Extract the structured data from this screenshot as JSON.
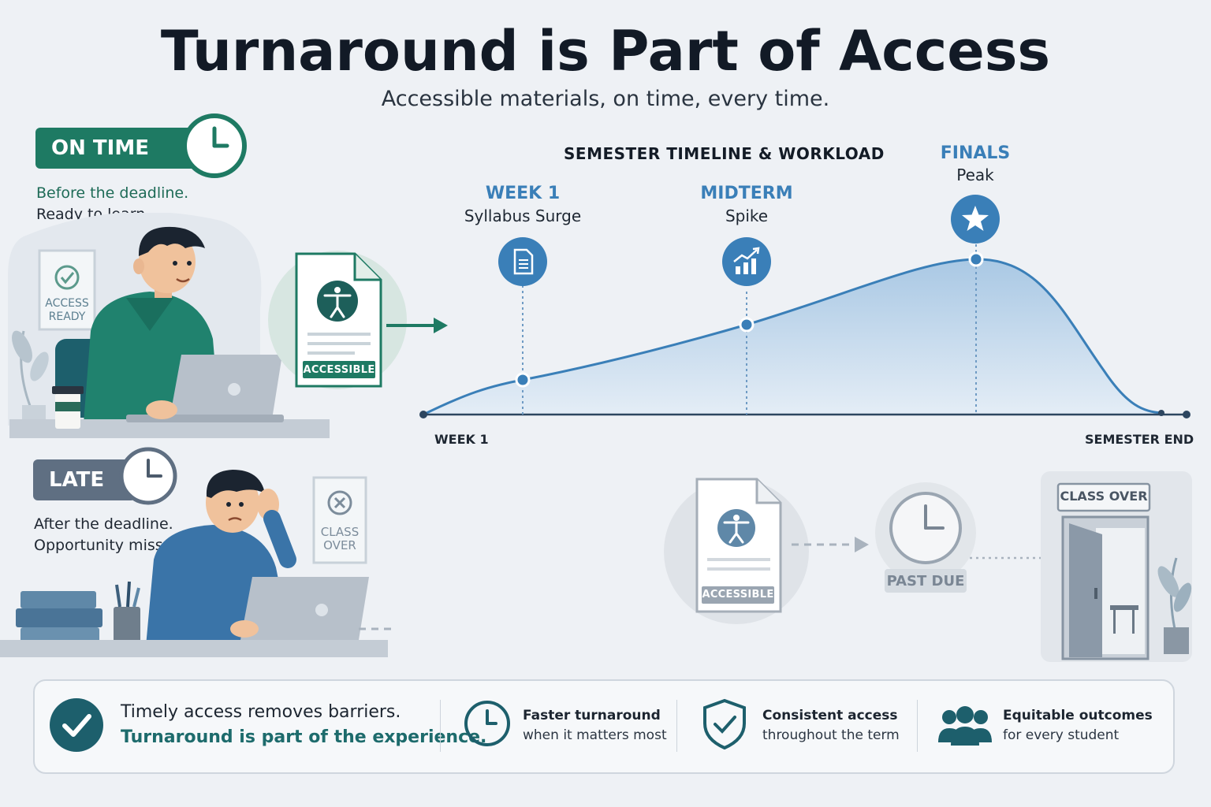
{
  "header": {
    "title": "Turnaround is Part of Access",
    "subtitle": "Accessible materials, on time, every time."
  },
  "on_time": {
    "badge": "ON TIME",
    "line1": "Before the deadline.",
    "line2": "Ready to learn.",
    "sign": [
      "ACCESS",
      "READY"
    ],
    "doc_tag": "ACCESSIBLE"
  },
  "late": {
    "badge": "LATE",
    "line1": "After the deadline.",
    "line2": "Opportunity missed.",
    "sign": [
      "CLASS",
      "OVER"
    ],
    "doc_tag": "ACCESSIBLE",
    "clock_tag": "PAST DUE",
    "door_sign": "CLASS OVER"
  },
  "timeline": {
    "title": "SEMESTER TIMELINE & WORKLOAD",
    "x_start": "WEEK 1",
    "x_end": "SEMESTER END",
    "milestones": [
      {
        "name": "WEEK 1",
        "sub": "Syllabus Surge",
        "icon": "document-icon"
      },
      {
        "name": "MIDTERM",
        "sub": "Spike",
        "icon": "chart-up-icon"
      },
      {
        "name": "FINALS",
        "sub": "Peak",
        "icon": "star-icon"
      }
    ]
  },
  "footer": {
    "main_line1": "Timely access removes barriers.",
    "main_line2": "Turnaround is part of the experience.",
    "features": [
      {
        "title": "Faster turnaround",
        "sub": "when it matters most",
        "icon": "clock-icon"
      },
      {
        "title": "Consistent access",
        "sub": "throughout the term",
        "icon": "shield-check-icon"
      },
      {
        "title": "Equitable outcomes",
        "sub": "for every student",
        "icon": "people-icon"
      }
    ]
  },
  "colors": {
    "green": "#1e7a63",
    "blue": "#3a7fb8",
    "gray": "#5f6f82",
    "teal_dark": "#1d5f6c"
  }
}
